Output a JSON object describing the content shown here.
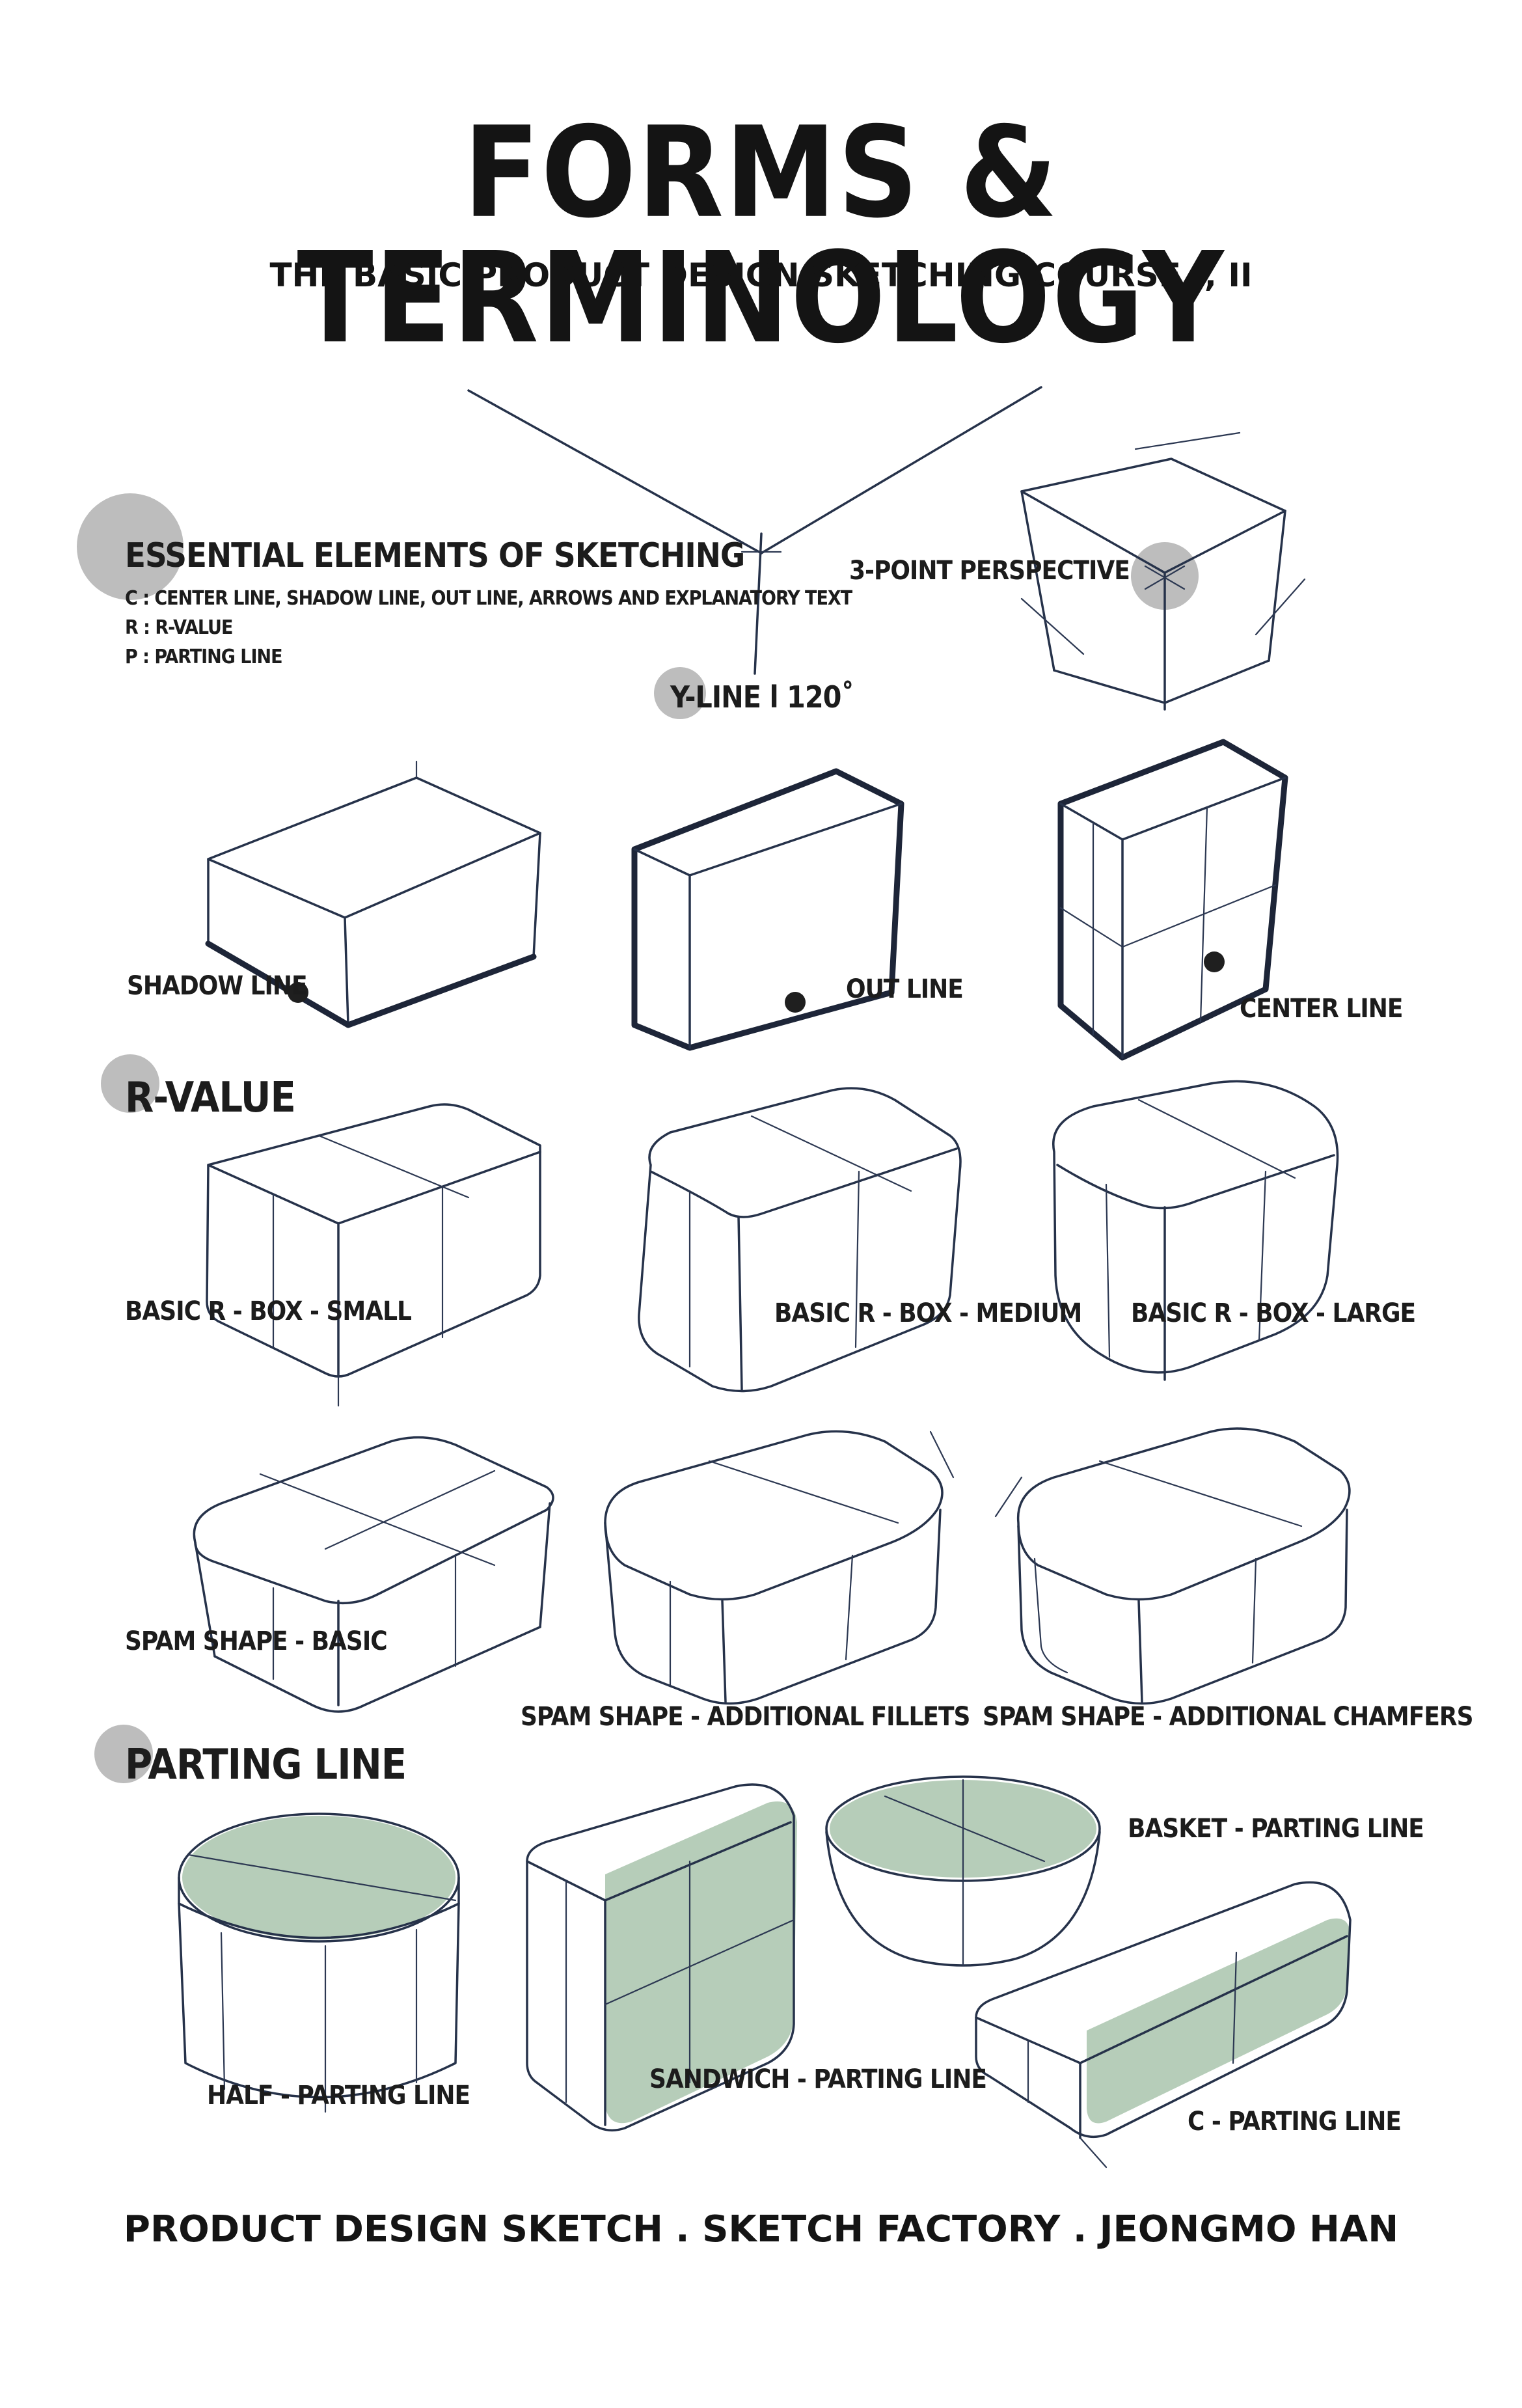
{
  "header": {
    "title": "FORMS & TERMINOLOGY",
    "subtitle": "THE BASIC PRODUCT DESIGN SKETCHING COURSE I, II"
  },
  "essentials": {
    "title": "ESSENTIAL ELEMENTS OF SKETCHING",
    "lines": [
      "C : CENTER LINE, SHADOW LINE, OUT LINE, ARROWS AND EXPLANATORY TEXT",
      "R : R-VALUE",
      "P : PARTING LINE"
    ]
  },
  "perspective": {
    "three_point": "3-POINT PERSPECTIVE",
    "y_line": "Y-LINE l 120˚"
  },
  "line_types": {
    "shadow": "SHADOW LINE",
    "out": "OUT LINE",
    "center": "CENTER LINE"
  },
  "r_value": {
    "title": "R-VALUE",
    "small": "BASIC R - BOX - SMALL",
    "medium": "BASIC R - BOX - MEDIUM",
    "large": "BASIC R - BOX - LARGE",
    "spam_basic": "SPAM SHAPE - BASIC",
    "spam_fillets": "SPAM SHAPE - ADDITIONAL FILLETS",
    "spam_chamfers": "SPAM SHAPE - ADDITIONAL CHAMFERS"
  },
  "parting_line": {
    "title": "PARTING LINE",
    "half": "HALF - PARTING LINE",
    "sandwich": "SANDWICH - PARTING LINE",
    "basket": "BASKET - PARTING LINE",
    "c": "C - PARTING LINE"
  },
  "footer": "PRODUCT DESIGN SKETCH . SKETCH FACTORY . JEONGMO HAN",
  "colors": {
    "ink": "#26324a",
    "marker_grey": "#bdbdbd",
    "marker_green": "#a9c4ad"
  }
}
